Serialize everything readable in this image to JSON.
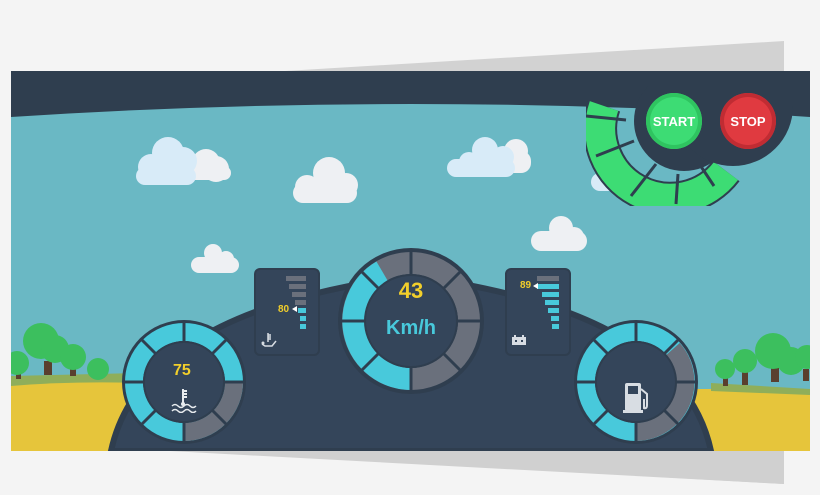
{
  "controls": {
    "start_label": "START",
    "stop_label": "STOP"
  },
  "speedometer": {
    "value": "43",
    "unit": "Km/h",
    "segments_total": 8,
    "segments_active": 3
  },
  "coolant_gauge": {
    "value": "75",
    "icon": "coolant-temperature-icon",
    "segments_total": 8,
    "segments_active": 6
  },
  "fuel_gauge": {
    "icon": "fuel-pump-icon",
    "segments_total": 8,
    "segments_active": 5
  },
  "oil_temp_bar": {
    "value": "80",
    "icon": "oil-temperature-icon",
    "bars_total": 7,
    "bars_active": 3
  },
  "battery_bar": {
    "value": "89",
    "icon": "battery-icon",
    "bars_total": 7,
    "bars_active": 6
  },
  "power_ring": {
    "segments_total": 6,
    "segments_active": 6
  },
  "colors": {
    "sky": "#6ab8c4",
    "dashboard": "#2f3e4f",
    "dashboard_inner": "#34455a",
    "gauge_active": "#48c9db",
    "gauge_inactive": "#6a707c",
    "value_yellow": "#f2cf2b",
    "start_green": "#3ddc74",
    "stop_red": "#e03a40",
    "ground_yellow": "#e6c53b",
    "tree_green": "#3cbf5e"
  }
}
